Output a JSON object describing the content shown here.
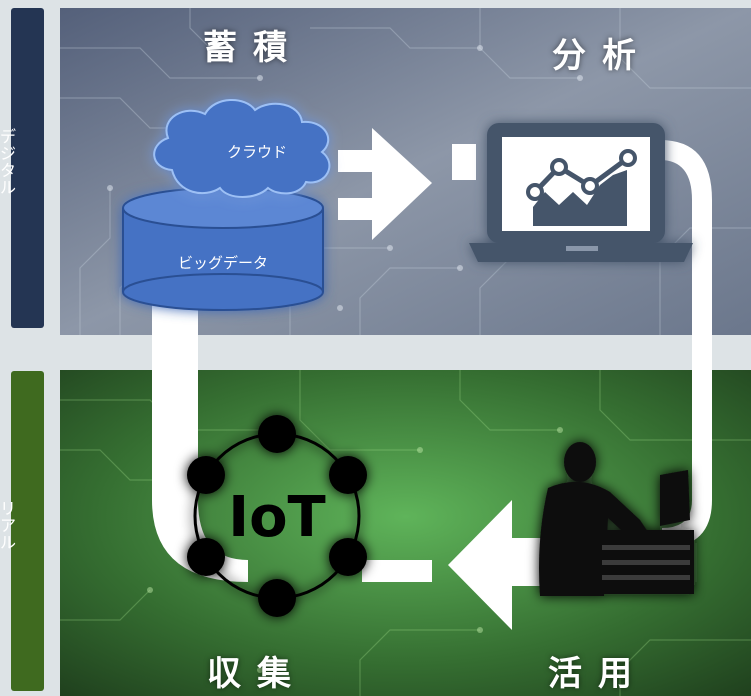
{
  "sidebar": {
    "digital_label": "デジタル",
    "real_label": "リアル"
  },
  "stages": {
    "accumulate": "蓄積",
    "analyze": "分析",
    "collect": "収集",
    "utilize": "活用"
  },
  "storage": {
    "cloud_label": "クラウド",
    "bigdata_label": "ビッグデータ"
  },
  "iot": {
    "label": "IoT"
  },
  "colors": {
    "digital_tab": "#243553",
    "real_tab": "#3f6a1f",
    "cloud_fill": "#4472c4",
    "monitor_dark": "#44546a",
    "arrow": "#ffffff"
  },
  "icons": [
    "cloud-icon",
    "database-cylinder-icon",
    "laptop-chart-icon",
    "iot-network-icon",
    "operator-silhouette-icon"
  ]
}
